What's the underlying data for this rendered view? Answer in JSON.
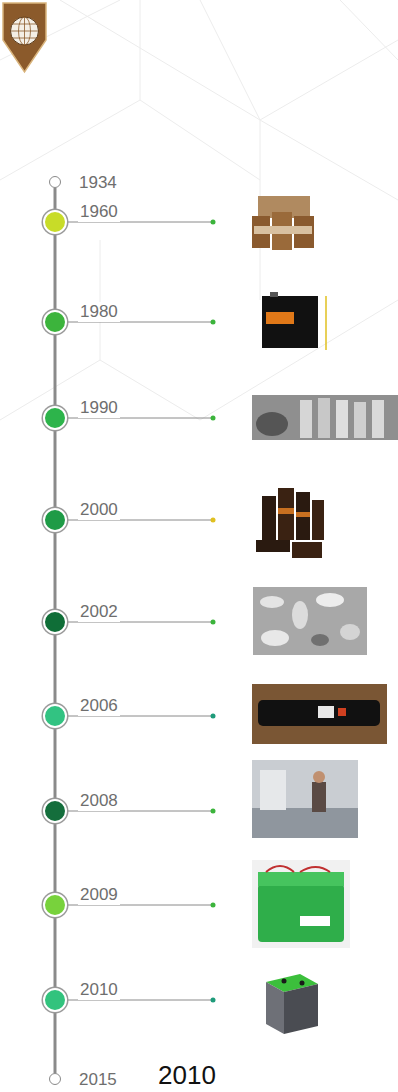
{
  "diagram": {
    "nodes": [
      {
        "text": [
          "1934"
        ]
      },
      {
        "text": [
          "1960"
        ]
      },
      {
        "text": [
          "1980"
        ]
      },
      {
        "text": [
          "1990"
        ]
      },
      {
        "text": [
          "2000"
        ]
      },
      {
        "text": [
          "2002"
        ]
      },
      {
        "text": [
          "2006"
        ]
      },
      {
        "text": [
          "2008"
        ]
      },
      {
        "text": [
          "2009"
        ]
      },
      {
        "text": [
          "2010"
        ]
      },
      {
        "text": [
          "2015"
        ]
      }
    ],
    "edges": [
      {
        "from": 0,
        "to": 1,
        "arrow": "none"
      },
      {
        "from": 1,
        "to": 2,
        "arrow": "none"
      },
      {
        "from": 2,
        "to": 3,
        "arrow": "none"
      },
      {
        "from": 3,
        "to": 4,
        "arrow": "none"
      },
      {
        "from": 4,
        "to": 5,
        "arrow": "none"
      },
      {
        "from": 5,
        "to": 6,
        "arrow": "none"
      },
      {
        "from": 6,
        "to": 7,
        "arrow": "none"
      },
      {
        "from": 7,
        "to": 8,
        "arrow": "none"
      },
      {
        "from": 8,
        "to": 9,
        "arrow": "none"
      },
      {
        "from": 9,
        "to": 10,
        "arrow": "none"
      }
    ],
    "labels": [
      "2010"
    ]
  }
}
